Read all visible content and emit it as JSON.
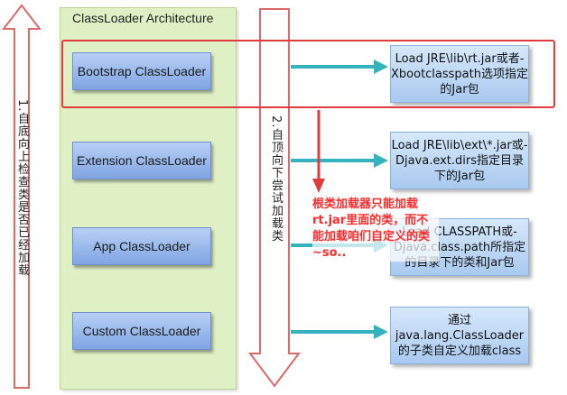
{
  "title": "ClassLoader Architecture",
  "loaders": [
    {
      "label": "Bootstrap ClassLoader"
    },
    {
      "label": "Extension ClassLoader"
    },
    {
      "label": "App ClassLoader"
    },
    {
      "label": "Custom ClassLoader"
    }
  ],
  "descriptions": [
    {
      "text": "Load JRE\\lib\\rt.jar或者-Xbootclasspath选项指定的Jar包"
    },
    {
      "text": "Load JRE\\lib\\ext\\*.jar或-Djava.ext.dirs指定目录下的Jar包"
    },
    {
      "text": "Load CLASSPATH或-Djava.class.path所指定的目录下的类和Jar包"
    },
    {
      "text": "通过java.lang.ClassLoader的子类自定义加载class"
    }
  ],
  "left_arrow_label": "1.自底向上检查类是否已经加载",
  "middle_arrow_label": "2.自顶向下尝试加载类",
  "annotation": "根类加载器只能加载rt.jar里面的类，而不能加载咱们自定义的类~so..",
  "colors": {
    "highlight": "#e23b3b",
    "annotation": "#ff2a2a",
    "connector": "#34b3bf"
  }
}
